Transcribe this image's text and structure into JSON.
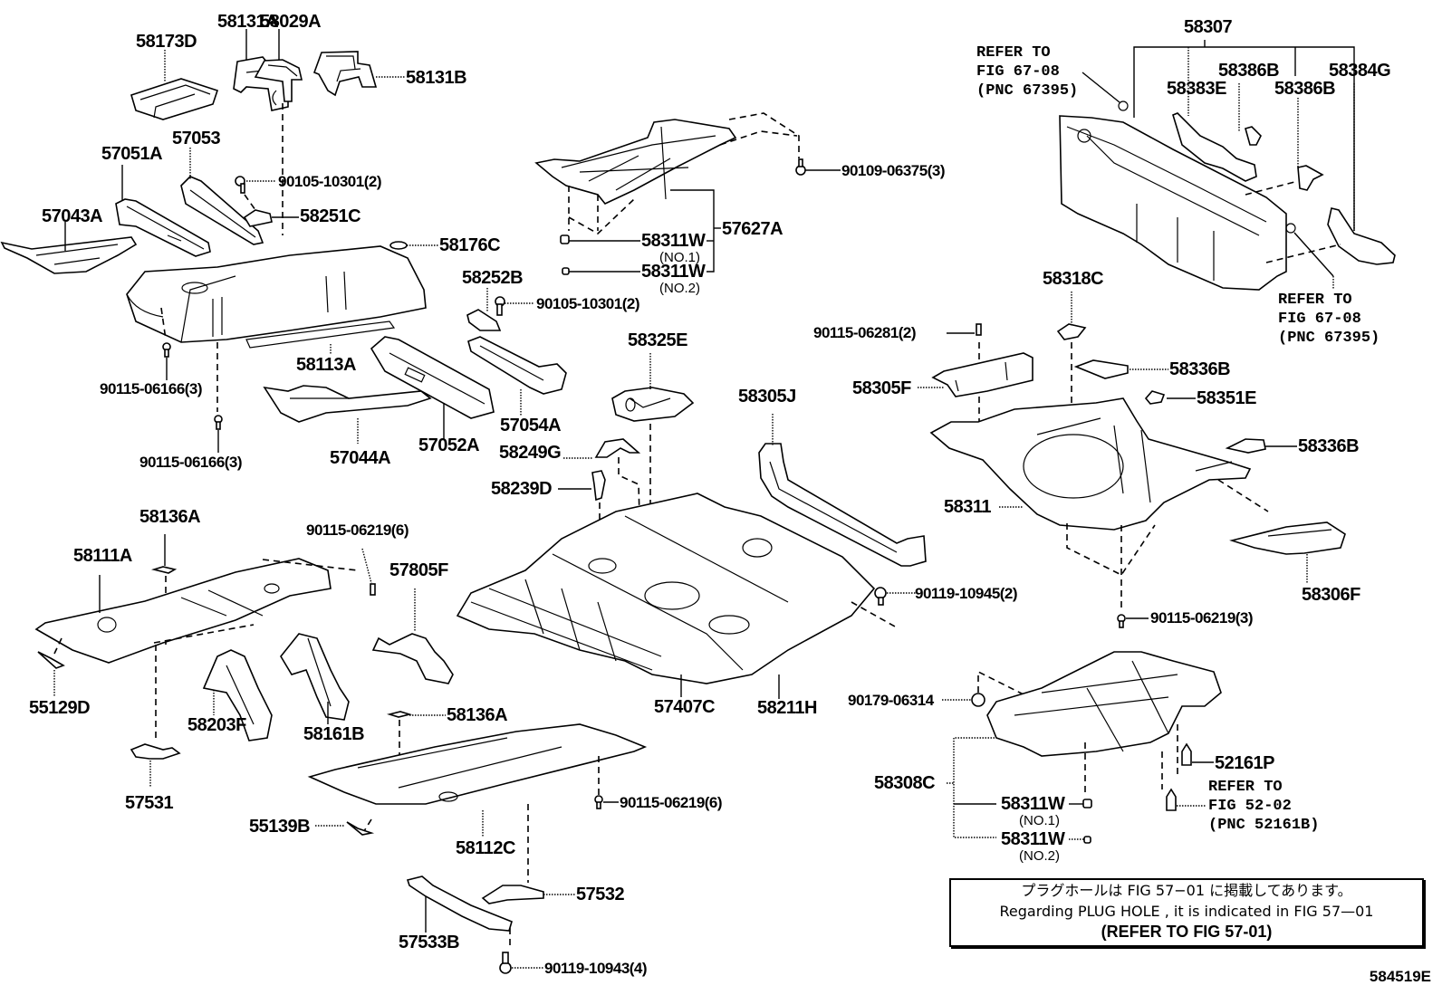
{
  "diagram": {
    "title": "Floor Pan & Lower Back Panel parts diagram",
    "figure_id": "584519E",
    "parts": {
      "p58173D": "58173D",
      "p58131A": "58131A",
      "p58029A": "58029A",
      "p58131B": "58131B",
      "p57051A": "57051A",
      "p57053": "57053",
      "p57043A": "57043A",
      "b90105_10301_a": "90105-10301(2)",
      "p58251C": "58251C",
      "p58176C": "58176C",
      "p58252B": "58252B",
      "b90105_10301_b": "90105-10301(2)",
      "p58113A": "58113A",
      "b90115_06166_a": "90115-06166(3)",
      "b90115_06166_b": "90115-06166(3)",
      "p57044A": "57044A",
      "p57052A": "57052A",
      "p57054A": "57054A",
      "b90109_06375": "90109-06375(3)",
      "p58311W_a1": "58311W",
      "p58311W_a1_sub": "(NO.1)",
      "p58311W_a2": "58311W",
      "p58311W_a2_sub": "(NO.2)",
      "p57627A": "57627A",
      "p58307": "58307",
      "p58383E": "58383E",
      "p58386B_a": "58386B",
      "p58386B_b": "58386B",
      "p58384G": "58384G",
      "p58318C": "58318C",
      "b90115_06281": "90115-06281(2)",
      "p58305F": "58305F",
      "p58336B_a": "58336B",
      "p58351E": "58351E",
      "p58336B_b": "58336B",
      "p58311": "58311",
      "p58306F": "58306F",
      "b90115_06219_c": "90115-06219(3)",
      "p58325E": "58325E",
      "p58249G": "58249G",
      "p58239D": "58239D",
      "p58305J": "58305J",
      "b90119_10945": "90119-10945(2)",
      "p58211H": "58211H",
      "p57407C": "57407C",
      "p58136A_a": "58136A",
      "p58111A": "58111A",
      "b90115_06219_a": "90115-06219(6)",
      "p57805F": "57805F",
      "p55129D": "55129D",
      "p58203F": "58203F",
      "p58161B": "58161B",
      "p58136A_b": "58136A",
      "p57531": "57531",
      "b90115_06219_b": "90115-06219(6)",
      "p55139B": "55139B",
      "p58112C": "58112C",
      "p57532": "57532",
      "p57533B": "57533B",
      "b90119_10943": "90119-10943(4)",
      "b90179_06314": "90179-06314",
      "p58308C": "58308C",
      "p58311W_b1": "58311W",
      "p58311W_b1_sub": "(NO.1)",
      "p58311W_b2": "58311W",
      "p58311W_b2_sub": "(NO.2)",
      "p52161P": "52161P"
    },
    "references": {
      "ref_67_08_top": "REFER TO\nFIG 67-08\n(PNC 67395)",
      "ref_67_08_bottom": "REFER TO\nFIG 67-08\n(PNC 67395)",
      "ref_52_02": "REFER TO\nFIG 52-02\n(PNC 52161B)"
    },
    "note": {
      "line_jp": "プラグホールは FIG 57−01 に掲載してあります。",
      "line_en": "Regarding  PLUG  HOLE , it is indicated in FIG 57—01",
      "line_ref": "(REFER TO FIG 57-01)"
    }
  }
}
